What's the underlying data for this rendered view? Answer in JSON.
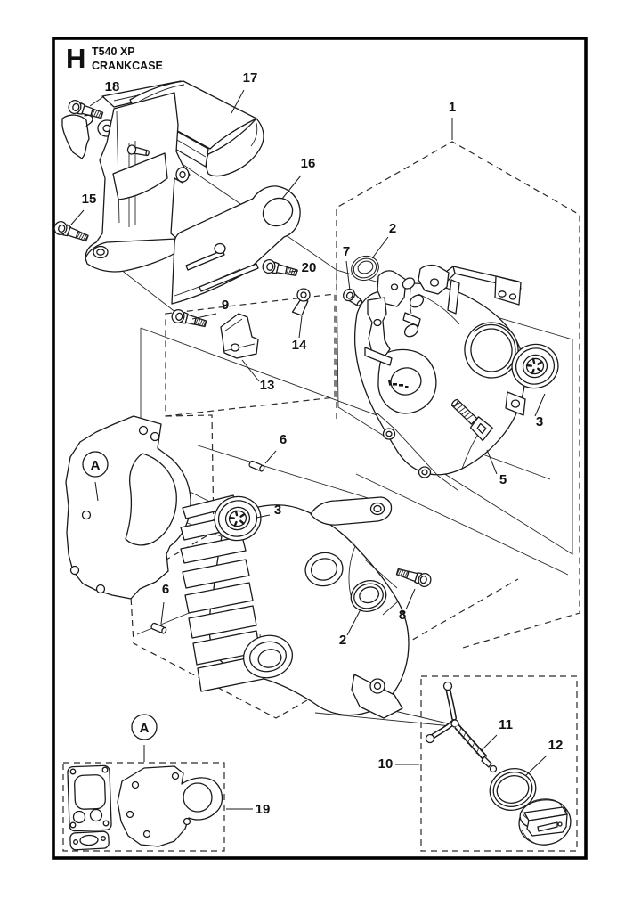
{
  "page": {
    "background_color": "#ffffff",
    "line_color": "#1a1a1a",
    "border_color": "#000000"
  },
  "header": {
    "section_letter": "H",
    "model": "T540 XP",
    "title": "CRANKCASE"
  },
  "callouts": {
    "n1": "1",
    "n2a": "2",
    "n2b": "2",
    "n3a": "3",
    "n3b": "3",
    "n5": "5",
    "n6a": "6",
    "n6b": "6",
    "n7": "7",
    "n8": "8",
    "n9": "9",
    "n10": "10",
    "n11": "11",
    "n12": "12",
    "n13": "13",
    "n14": "14",
    "n15": "15",
    "n16": "16",
    "n17": "17",
    "n18": "18",
    "n19": "19",
    "n20": "20",
    "a1": "A",
    "a2": "A"
  }
}
